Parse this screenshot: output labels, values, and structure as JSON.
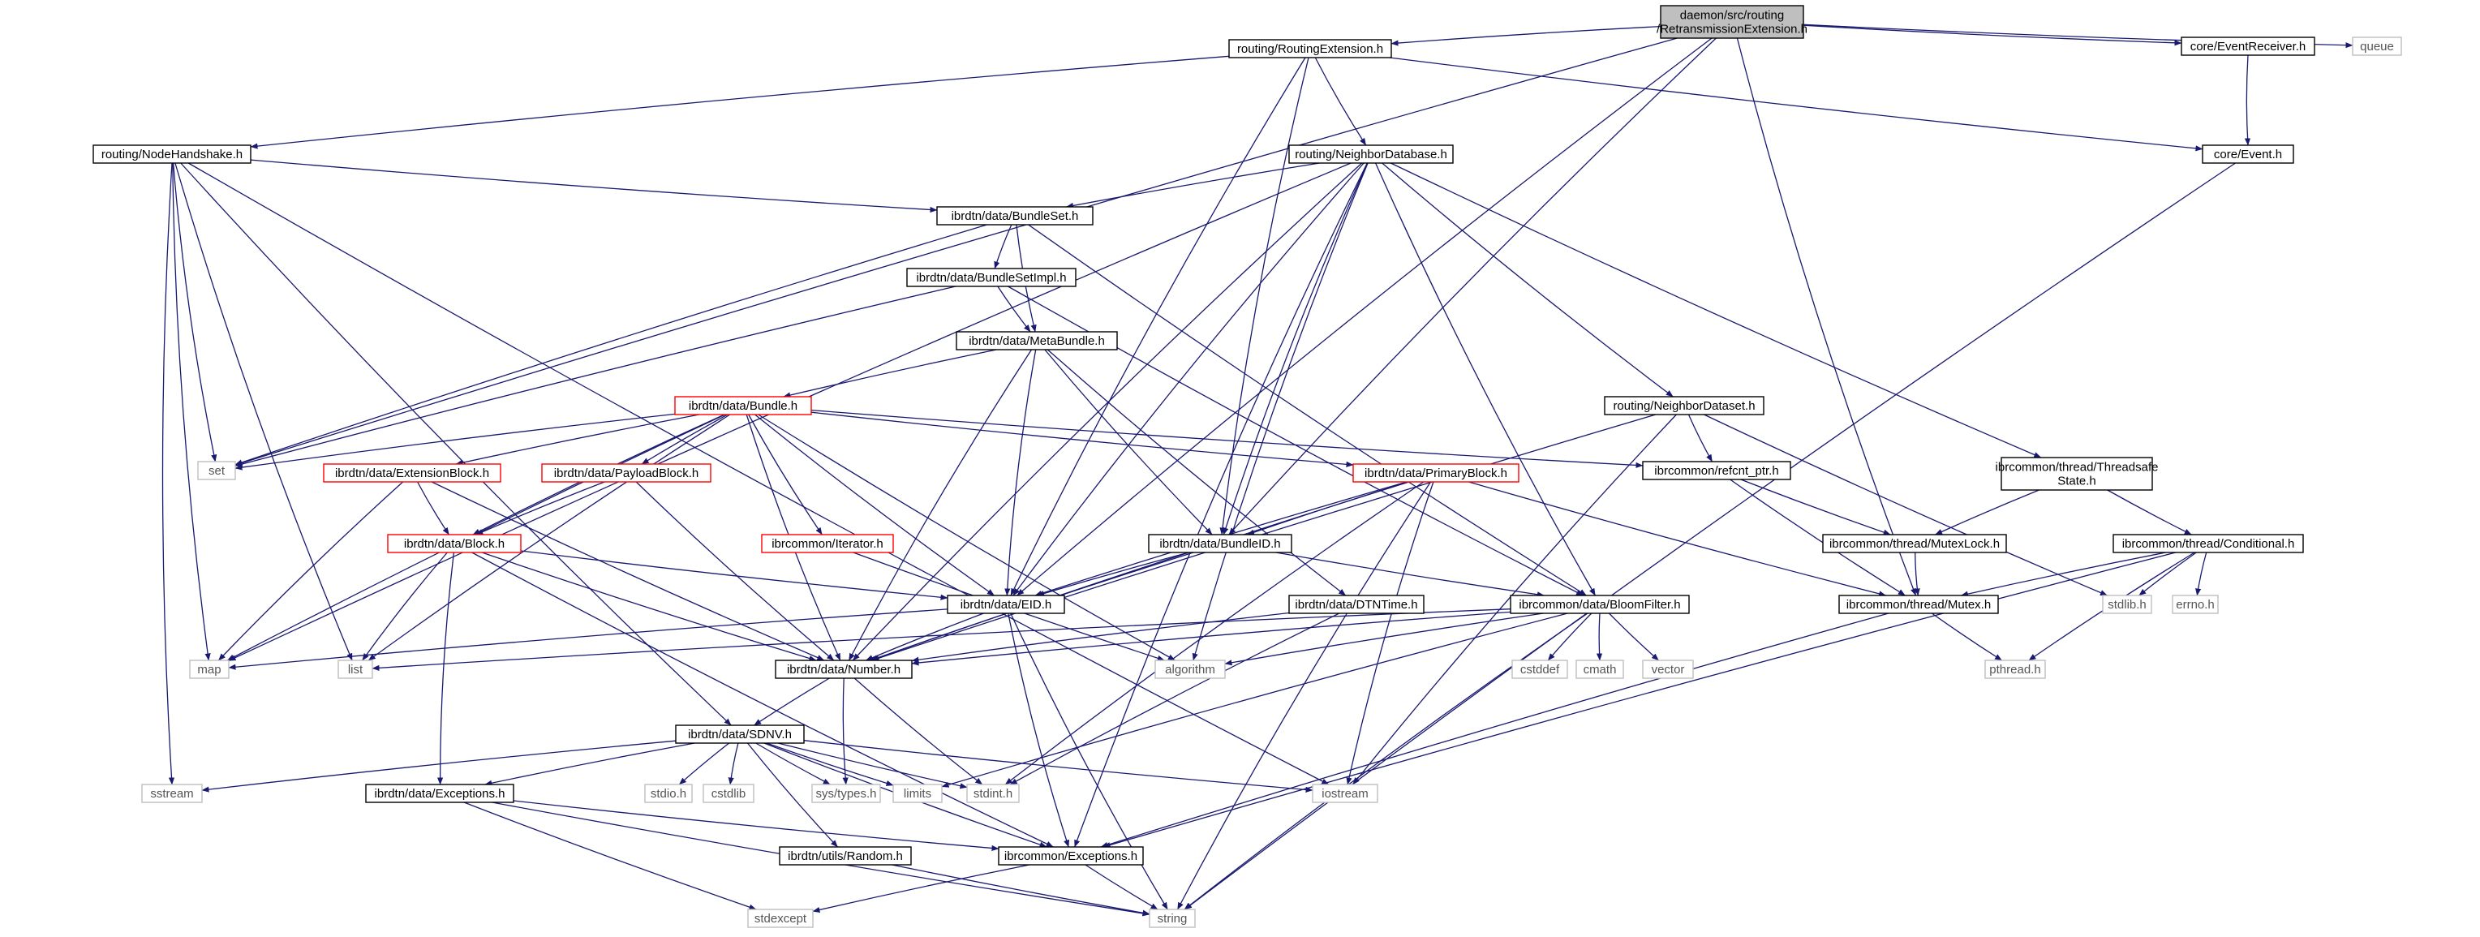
{
  "graph": {
    "colors": {
      "edge": "#191970",
      "node_border": "#000000",
      "node_fill": "#ffffff",
      "root_fill": "#bfbfbf",
      "truncated_border": "#ff0000",
      "system_border": "#bfbfbf",
      "system_text": "#555555"
    },
    "nodes": [
      {
        "id": "root",
        "lines": [
          "daemon/src/routing",
          "/RetransmissionExtension.h"
        ],
        "kind": "root"
      },
      {
        "id": "routing_ext",
        "lines": [
          "routing/RoutingExtension.h"
        ],
        "kind": "normal"
      },
      {
        "id": "event_receiver",
        "lines": [
          "core/EventReceiver.h"
        ],
        "kind": "normal"
      },
      {
        "id": "queue",
        "lines": [
          "queue"
        ],
        "kind": "system"
      },
      {
        "id": "node_handshake",
        "lines": [
          "routing/NodeHandshake.h"
        ],
        "kind": "normal"
      },
      {
        "id": "neighbor_db",
        "lines": [
          "routing/NeighborDatabase.h"
        ],
        "kind": "normal"
      },
      {
        "id": "core_event",
        "lines": [
          "core/Event.h"
        ],
        "kind": "normal"
      },
      {
        "id": "bundleset",
        "lines": [
          "ibrdtn/data/BundleSet.h"
        ],
        "kind": "normal"
      },
      {
        "id": "bundlesetimpl",
        "lines": [
          "ibrdtn/data/BundleSetImpl.h"
        ],
        "kind": "normal"
      },
      {
        "id": "metabundle",
        "lines": [
          "ibrdtn/data/MetaBundle.h"
        ],
        "kind": "normal"
      },
      {
        "id": "neighbor_dataset",
        "lines": [
          "routing/NeighborDataset.h"
        ],
        "kind": "normal"
      },
      {
        "id": "bundle",
        "lines": [
          "ibrdtn/data/Bundle.h"
        ],
        "kind": "truncated"
      },
      {
        "id": "set",
        "lines": [
          "set"
        ],
        "kind": "system"
      },
      {
        "id": "refcnt",
        "lines": [
          "ibrcommon/refcnt_ptr.h"
        ],
        "kind": "normal"
      },
      {
        "id": "threadsafe",
        "lines": [
          "ibrcommon/thread/Threadsafe",
          "State.h"
        ],
        "kind": "normal"
      },
      {
        "id": "extblock",
        "lines": [
          "ibrdtn/data/ExtensionBlock.h"
        ],
        "kind": "truncated"
      },
      {
        "id": "payloadblock",
        "lines": [
          "ibrdtn/data/PayloadBlock.h"
        ],
        "kind": "truncated"
      },
      {
        "id": "primaryblock",
        "lines": [
          "ibrdtn/data/PrimaryBlock.h"
        ],
        "kind": "truncated"
      },
      {
        "id": "block",
        "lines": [
          "ibrdtn/data/Block.h"
        ],
        "kind": "truncated"
      },
      {
        "id": "iterator",
        "lines": [
          "ibrcommon/Iterator.h"
        ],
        "kind": "truncated"
      },
      {
        "id": "bundleid",
        "lines": [
          "ibrdtn/data/BundleID.h"
        ],
        "kind": "normal"
      },
      {
        "id": "mutexlock",
        "lines": [
          "ibrcommon/thread/MutexLock.h"
        ],
        "kind": "normal"
      },
      {
        "id": "conditional",
        "lines": [
          "ibrcommon/thread/Conditional.h"
        ],
        "kind": "normal"
      },
      {
        "id": "eid",
        "lines": [
          "ibrdtn/data/EID.h"
        ],
        "kind": "normal"
      },
      {
        "id": "dtntime",
        "lines": [
          "ibrdtn/data/DTNTime.h"
        ],
        "kind": "normal"
      },
      {
        "id": "bloomfilter",
        "lines": [
          "ibrcommon/data/BloomFilter.h"
        ],
        "kind": "normal"
      },
      {
        "id": "mutex",
        "lines": [
          "ibrcommon/thread/Mutex.h"
        ],
        "kind": "normal"
      },
      {
        "id": "stdlib",
        "lines": [
          "stdlib.h"
        ],
        "kind": "system"
      },
      {
        "id": "errno",
        "lines": [
          "errno.h"
        ],
        "kind": "system"
      },
      {
        "id": "map",
        "lines": [
          "map"
        ],
        "kind": "system"
      },
      {
        "id": "list",
        "lines": [
          "list"
        ],
        "kind": "system"
      },
      {
        "id": "number",
        "lines": [
          "ibrdtn/data/Number.h"
        ],
        "kind": "normal"
      },
      {
        "id": "algorithm",
        "lines": [
          "algorithm"
        ],
        "kind": "system"
      },
      {
        "id": "cstddef",
        "lines": [
          "cstddef"
        ],
        "kind": "system"
      },
      {
        "id": "cmath",
        "lines": [
          "cmath"
        ],
        "kind": "system"
      },
      {
        "id": "vector",
        "lines": [
          "vector"
        ],
        "kind": "system"
      },
      {
        "id": "pthread",
        "lines": [
          "pthread.h"
        ],
        "kind": "system"
      },
      {
        "id": "sdnv",
        "lines": [
          "ibrdtn/data/SDNV.h"
        ],
        "kind": "normal"
      },
      {
        "id": "sstream",
        "lines": [
          "sstream"
        ],
        "kind": "system"
      },
      {
        "id": "exceptions",
        "lines": [
          "ibrdtn/data/Exceptions.h"
        ],
        "kind": "normal"
      },
      {
        "id": "stdio",
        "lines": [
          "stdio.h"
        ],
        "kind": "system"
      },
      {
        "id": "cstdlib",
        "lines": [
          "cstdlib"
        ],
        "kind": "system"
      },
      {
        "id": "systypes",
        "lines": [
          "sys/types.h"
        ],
        "kind": "system"
      },
      {
        "id": "limits",
        "lines": [
          "limits"
        ],
        "kind": "system"
      },
      {
        "id": "stdint",
        "lines": [
          "stdint.h"
        ],
        "kind": "system"
      },
      {
        "id": "iostream",
        "lines": [
          "iostream"
        ],
        "kind": "system"
      },
      {
        "id": "random",
        "lines": [
          "ibrdtn/utils/Random.h"
        ],
        "kind": "normal"
      },
      {
        "id": "ibr_exceptions",
        "lines": [
          "ibrcommon/Exceptions.h"
        ],
        "kind": "normal"
      },
      {
        "id": "stdexcept",
        "lines": [
          "stdexcept"
        ],
        "kind": "system"
      },
      {
        "id": "string",
        "lines": [
          "string"
        ],
        "kind": "system"
      }
    ],
    "edges": [
      [
        "root",
        "routing_ext"
      ],
      [
        "root",
        "event_receiver"
      ],
      [
        "root",
        "queue"
      ],
      [
        "root",
        "set"
      ],
      [
        "root",
        "eid"
      ],
      [
        "root",
        "bundleid"
      ],
      [
        "root",
        "mutex"
      ],
      [
        "routing_ext",
        "node_handshake"
      ],
      [
        "routing_ext",
        "neighbor_db"
      ],
      [
        "routing_ext",
        "core_event"
      ],
      [
        "routing_ext",
        "eid"
      ],
      [
        "routing_ext",
        "bundleid"
      ],
      [
        "event_receiver",
        "core_event"
      ],
      [
        "core_event",
        "string"
      ],
      [
        "node_handshake",
        "bundleset"
      ],
      [
        "node_handshake",
        "set"
      ],
      [
        "node_handshake",
        "map"
      ],
      [
        "node_handshake",
        "list"
      ],
      [
        "node_handshake",
        "sstream"
      ],
      [
        "node_handshake",
        "sdnv"
      ],
      [
        "node_handshake",
        "iostream"
      ],
      [
        "neighbor_db",
        "bundleset"
      ],
      [
        "neighbor_db",
        "neighbor_dataset"
      ],
      [
        "neighbor_db",
        "threadsafe"
      ],
      [
        "neighbor_db",
        "bloomfilter"
      ],
      [
        "neighbor_db",
        "map"
      ],
      [
        "neighbor_db",
        "eid"
      ],
      [
        "neighbor_db",
        "bundleid"
      ],
      [
        "neighbor_db",
        "number"
      ],
      [
        "neighbor_db",
        "algorithm"
      ],
      [
        "neighbor_db",
        "ibr_exceptions"
      ],
      [
        "bundleset",
        "bundlesetimpl"
      ],
      [
        "bundleset",
        "metabundle"
      ],
      [
        "bundleset",
        "set"
      ],
      [
        "bundleset",
        "bloomfilter"
      ],
      [
        "bundlesetimpl",
        "metabundle"
      ],
      [
        "bundlesetimpl",
        "set"
      ],
      [
        "bundlesetimpl",
        "bloomfilter"
      ],
      [
        "metabundle",
        "bundle"
      ],
      [
        "metabundle",
        "eid"
      ],
      [
        "metabundle",
        "bundleid"
      ],
      [
        "metabundle",
        "dtntime"
      ],
      [
        "metabundle",
        "number"
      ],
      [
        "neighbor_dataset",
        "refcnt"
      ],
      [
        "neighbor_dataset",
        "stdlib"
      ],
      [
        "neighbor_dataset",
        "number"
      ],
      [
        "neighbor_dataset",
        "iostream"
      ],
      [
        "bundle",
        "set"
      ],
      [
        "bundle",
        "map"
      ],
      [
        "bundle",
        "list"
      ],
      [
        "bundle",
        "extblock"
      ],
      [
        "bundle",
        "payloadblock"
      ],
      [
        "bundle",
        "block"
      ],
      [
        "bundle",
        "iterator"
      ],
      [
        "bundle",
        "primaryblock"
      ],
      [
        "bundle",
        "eid"
      ],
      [
        "bundle",
        "number"
      ],
      [
        "bundle",
        "refcnt"
      ],
      [
        "bundle",
        "algorithm"
      ],
      [
        "refcnt",
        "mutexlock"
      ],
      [
        "refcnt",
        "mutex"
      ],
      [
        "threadsafe",
        "mutexlock"
      ],
      [
        "threadsafe",
        "conditional"
      ],
      [
        "extblock",
        "block"
      ],
      [
        "extblock",
        "map"
      ],
      [
        "extblock",
        "number"
      ],
      [
        "payloadblock",
        "block"
      ],
      [
        "payloadblock",
        "number"
      ],
      [
        "primaryblock",
        "bundleid"
      ],
      [
        "primaryblock",
        "eid"
      ],
      [
        "primaryblock",
        "number"
      ],
      [
        "primaryblock",
        "mutex"
      ],
      [
        "primaryblock",
        "string"
      ],
      [
        "primaryblock",
        "iostream"
      ],
      [
        "primaryblock",
        "stdint"
      ],
      [
        "block",
        "eid"
      ],
      [
        "block",
        "list"
      ],
      [
        "block",
        "number"
      ],
      [
        "block",
        "exceptions"
      ],
      [
        "block",
        "ibr_exceptions"
      ],
      [
        "iterator",
        "algorithm"
      ],
      [
        "bundleid",
        "eid"
      ],
      [
        "bundleid",
        "number"
      ],
      [
        "bundleid",
        "bloomfilter"
      ],
      [
        "mutexlock",
        "mutex"
      ],
      [
        "conditional",
        "mutex"
      ],
      [
        "conditional",
        "stdlib"
      ],
      [
        "conditional",
        "errno"
      ],
      [
        "conditional",
        "pthread"
      ],
      [
        "conditional",
        "ibr_exceptions"
      ],
      [
        "eid",
        "map"
      ],
      [
        "eid",
        "number"
      ],
      [
        "eid",
        "ibr_exceptions"
      ],
      [
        "eid",
        "string"
      ],
      [
        "dtntime",
        "number"
      ],
      [
        "dtntime",
        "stdint"
      ],
      [
        "bloomfilter",
        "list"
      ],
      [
        "bloomfilter",
        "number"
      ],
      [
        "bloomfilter",
        "algorithm"
      ],
      [
        "bloomfilter",
        "cstddef"
      ],
      [
        "bloomfilter",
        "cmath"
      ],
      [
        "bloomfilter",
        "vector"
      ],
      [
        "bloomfilter",
        "limits"
      ],
      [
        "bloomfilter",
        "string"
      ],
      [
        "mutex",
        "pthread"
      ],
      [
        "mutex",
        "ibr_exceptions"
      ],
      [
        "number",
        "sdnv"
      ],
      [
        "number",
        "systypes"
      ],
      [
        "number",
        "stdint"
      ],
      [
        "sdnv",
        "sstream"
      ],
      [
        "sdnv",
        "exceptions"
      ],
      [
        "sdnv",
        "stdio"
      ],
      [
        "sdnv",
        "cstdlib"
      ],
      [
        "sdnv",
        "systypes"
      ],
      [
        "sdnv",
        "limits"
      ],
      [
        "sdnv",
        "stdint"
      ],
      [
        "sdnv",
        "iostream"
      ],
      [
        "sdnv",
        "random"
      ],
      [
        "sdnv",
        "ibr_exceptions"
      ],
      [
        "exceptions",
        "ibr_exceptions"
      ],
      [
        "exceptions",
        "stdexcept"
      ],
      [
        "exceptions",
        "string"
      ],
      [
        "random",
        "string"
      ],
      [
        "ibr_exceptions",
        "stdexcept"
      ],
      [
        "ibr_exceptions",
        "string"
      ]
    ]
  }
}
